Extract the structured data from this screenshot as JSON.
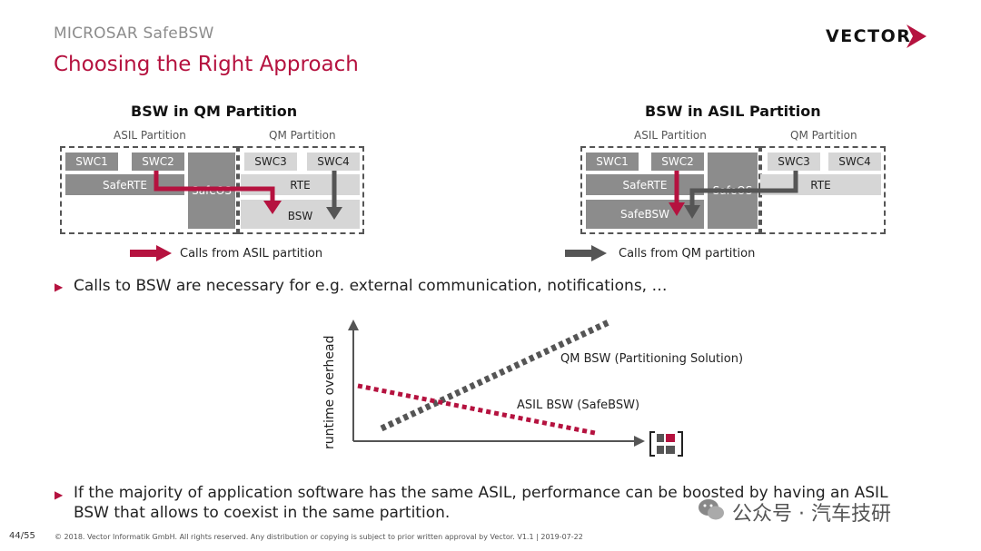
{
  "header": {
    "subtitle": "MICROSAR SafeBSW",
    "title": "Choosing the Right Approach",
    "logo": "VECTOR"
  },
  "left_diagram": {
    "heading": "BSW in QM Partition",
    "asil_label": "ASIL Partition",
    "qm_label": "QM Partition",
    "swc1": "SWC1",
    "swc2": "SWC2",
    "swc3": "SWC3",
    "swc4": "SWC4",
    "saferte": "SafeRTE",
    "safeos": "SafeOS",
    "rte": "RTE",
    "bsw": "BSW",
    "legend": "Calls from ASIL partition"
  },
  "right_diagram": {
    "heading": "BSW in ASIL Partition",
    "asil_label": "ASIL Partition",
    "qm_label": "QM Partition",
    "swc1": "SWC1",
    "swc2": "SWC2",
    "swc3": "SWC3",
    "swc4": "SWC4",
    "saferte": "SafeRTE",
    "safebsw": "SafeBSW",
    "safeos": "SafeOS",
    "rte": "RTE",
    "legend": "Calls from QM partition"
  },
  "bullets": [
    "Calls to BSW are necessary for e.g. external communication, notifications, …",
    "If the majority of application software has the same ASIL, performance can be boosted by having an ASIL BSW that allows to coexist in the same partition."
  ],
  "chart": {
    "ylabel": "runtime overhead",
    "series": [
      {
        "name": "QM BSW (Partitioning Solution)",
        "color": "#555555"
      },
      {
        "name": "ASIL BSW (SafeBSW)",
        "color": "#b5123f"
      }
    ],
    "x_icon": "partition-count-icon"
  },
  "footer": {
    "page": "44/55",
    "copyright": "© 2018. Vector Informatik GmbH. All rights reserved. Any distribution or copying is subject to prior written approval by Vector. V1.1 | 2019-07-22"
  },
  "watermark": "公众号 · 汽车技研",
  "colors": {
    "accent": "#b5123f",
    "dark_arrow": "#555555",
    "box_dark": "#8c8c8c",
    "box_light": "#d6d6d6"
  }
}
